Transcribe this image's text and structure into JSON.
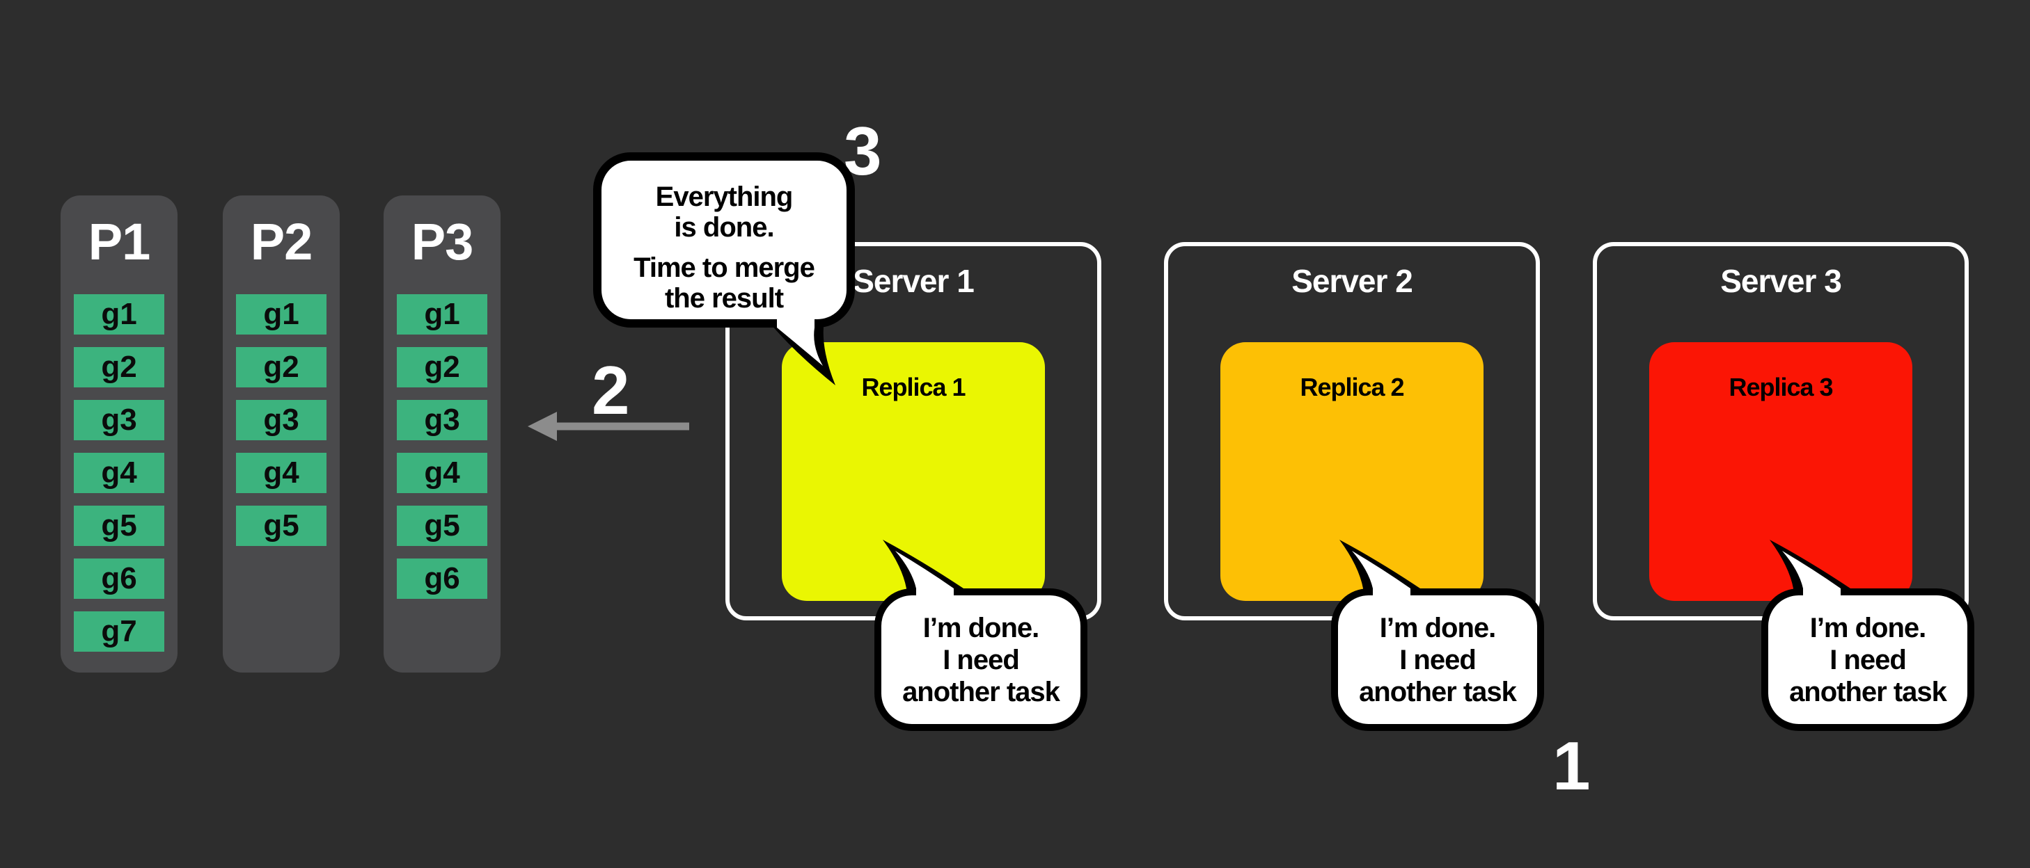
{
  "colors": {
    "background": "#2d2d2d",
    "panel_gray": "#4a4a4c",
    "group_green": "#3cb37e",
    "server_border": "#ffffff",
    "bubble_bg": "#ffffff",
    "bubble_border": "#000000",
    "arrow_gray": "#8c8c8c",
    "replica_yellow": "#eaf602",
    "replica_orange": "#fdc005",
    "replica_red": "#fb1505"
  },
  "partitions": [
    {
      "label": "P1",
      "groups": [
        "g1",
        "g2",
        "g3",
        "g4",
        "g5",
        "g6",
        "g7"
      ]
    },
    {
      "label": "P2",
      "groups": [
        "g1",
        "g2",
        "g3",
        "g4",
        "g5"
      ]
    },
    {
      "label": "P3",
      "groups": [
        "g1",
        "g2",
        "g3",
        "g4",
        "g5",
        "g6"
      ]
    }
  ],
  "servers": [
    {
      "label": "Server 1",
      "replica": {
        "label": "Replica 1",
        "color": "#eaf602"
      },
      "bubble": {
        "line1": "I’m done.",
        "line2": "I need",
        "line3": "another task"
      }
    },
    {
      "label": "Server 2",
      "replica": {
        "label": "Replica 2",
        "color": "#fdc005"
      },
      "bubble": {
        "line1": "I’m done.",
        "line2": "I need",
        "line3": "another task"
      }
    },
    {
      "label": "Server 3",
      "replica": {
        "label": "Replica 3",
        "color": "#fb1505"
      },
      "bubble": {
        "line1": "I’m done.",
        "line2": "I need",
        "line3": "another task"
      }
    }
  ],
  "merge_bubble": {
    "line1": "Everything",
    "line2": "is done.",
    "line3": "Time to merge",
    "line4": "the result"
  },
  "steps": {
    "request": "1",
    "assign": "2",
    "merge": "3"
  }
}
